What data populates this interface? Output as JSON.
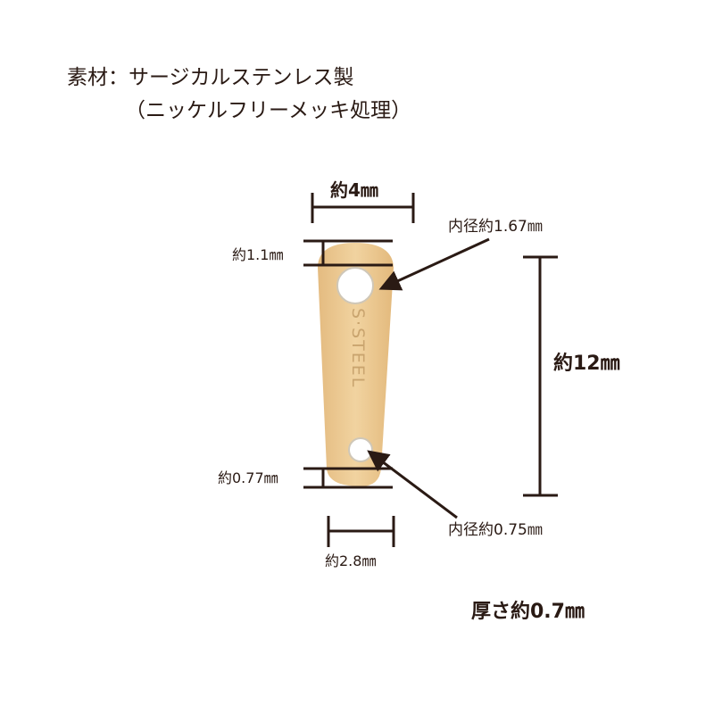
{
  "material": {
    "line1": "素材：サージカルステンレス製",
    "line2": "（ニッケルフリーメッキ処理）"
  },
  "part": {
    "engraving": "S-STEEL",
    "color": "#ecc890",
    "line_color": "#2a1a14"
  },
  "dimensions": {
    "top_width": "約4㎜",
    "top_margin": "約1.1㎜",
    "top_hole": "内径約1.67㎜",
    "length": "約12㎜",
    "bottom_margin": "約0.77㎜",
    "bottom_hole": "内径約0.75㎜",
    "bottom_width": "約2.8㎜",
    "thickness": "厚さ約0.7㎜"
  }
}
